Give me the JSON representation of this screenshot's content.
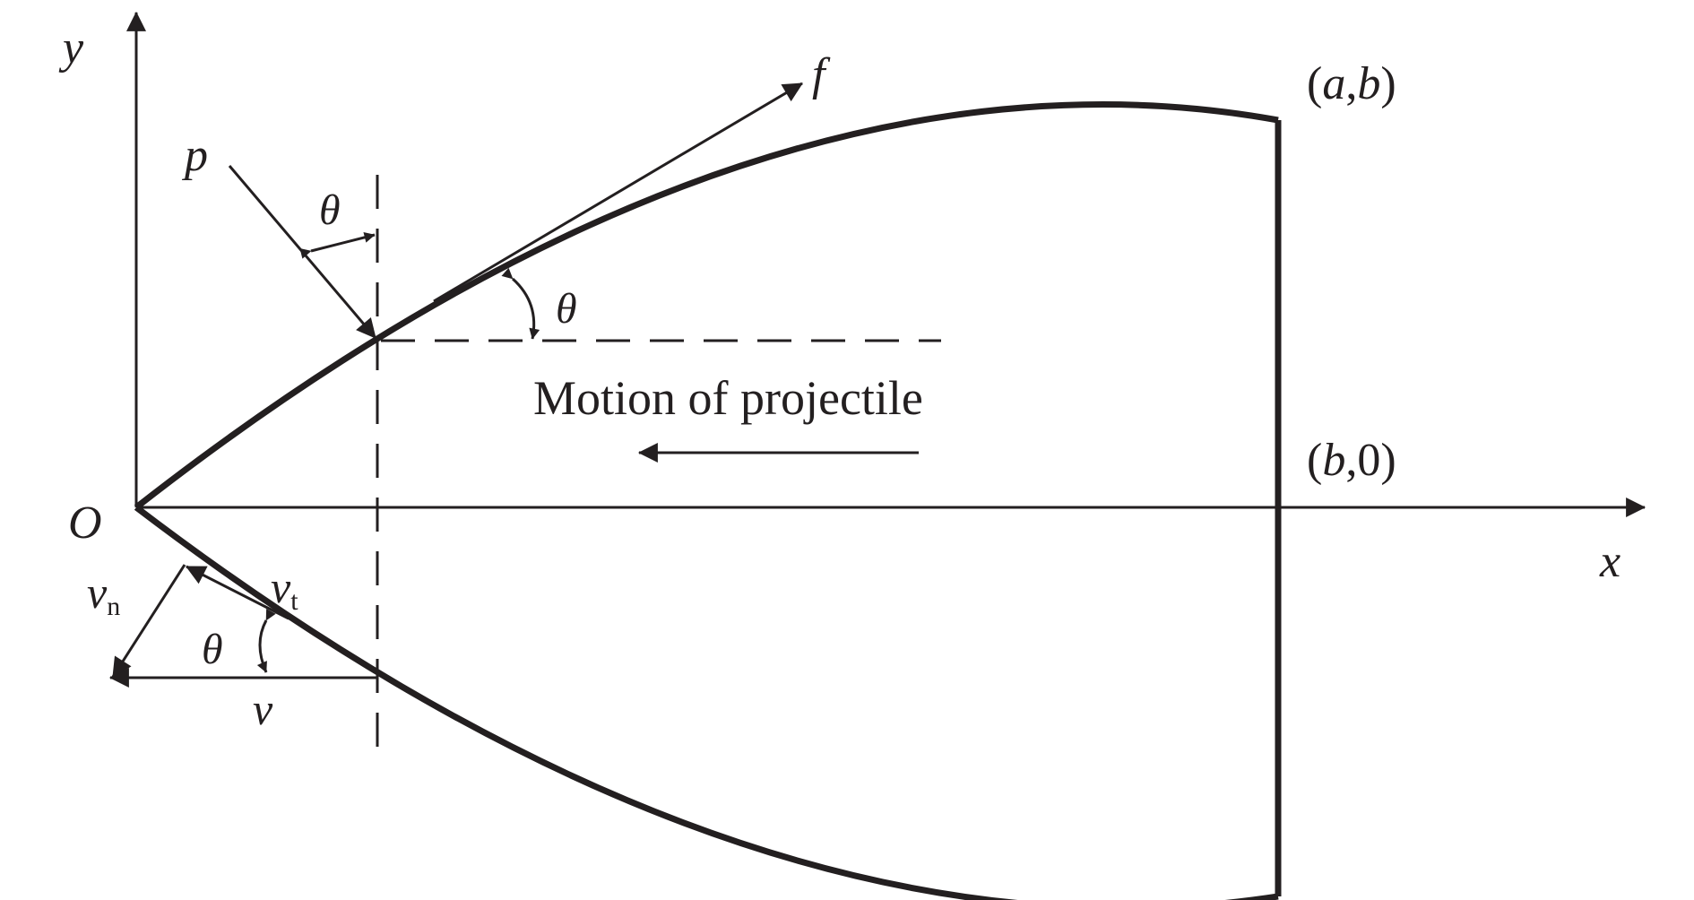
{
  "labels": {
    "y_axis": "y",
    "x_axis": "x",
    "origin": "O",
    "force_p": "p",
    "force_f": "f",
    "theta_top": "θ",
    "theta_tangent": "θ",
    "theta_velocity": "θ",
    "point_ab": {
      "open": "(",
      "a": "a",
      "comma": ",",
      "b": "b",
      "close": ")"
    },
    "point_b0": {
      "open": "(",
      "b": "b",
      "rest": ",0)"
    },
    "motion": "Motion of projectile",
    "v_n": {
      "base": "v",
      "sub": "n"
    },
    "v_t": {
      "base": "v",
      "sub": "t"
    },
    "v": "v"
  },
  "colors": {
    "ink": "#231f20",
    "background": "#ffffff"
  }
}
